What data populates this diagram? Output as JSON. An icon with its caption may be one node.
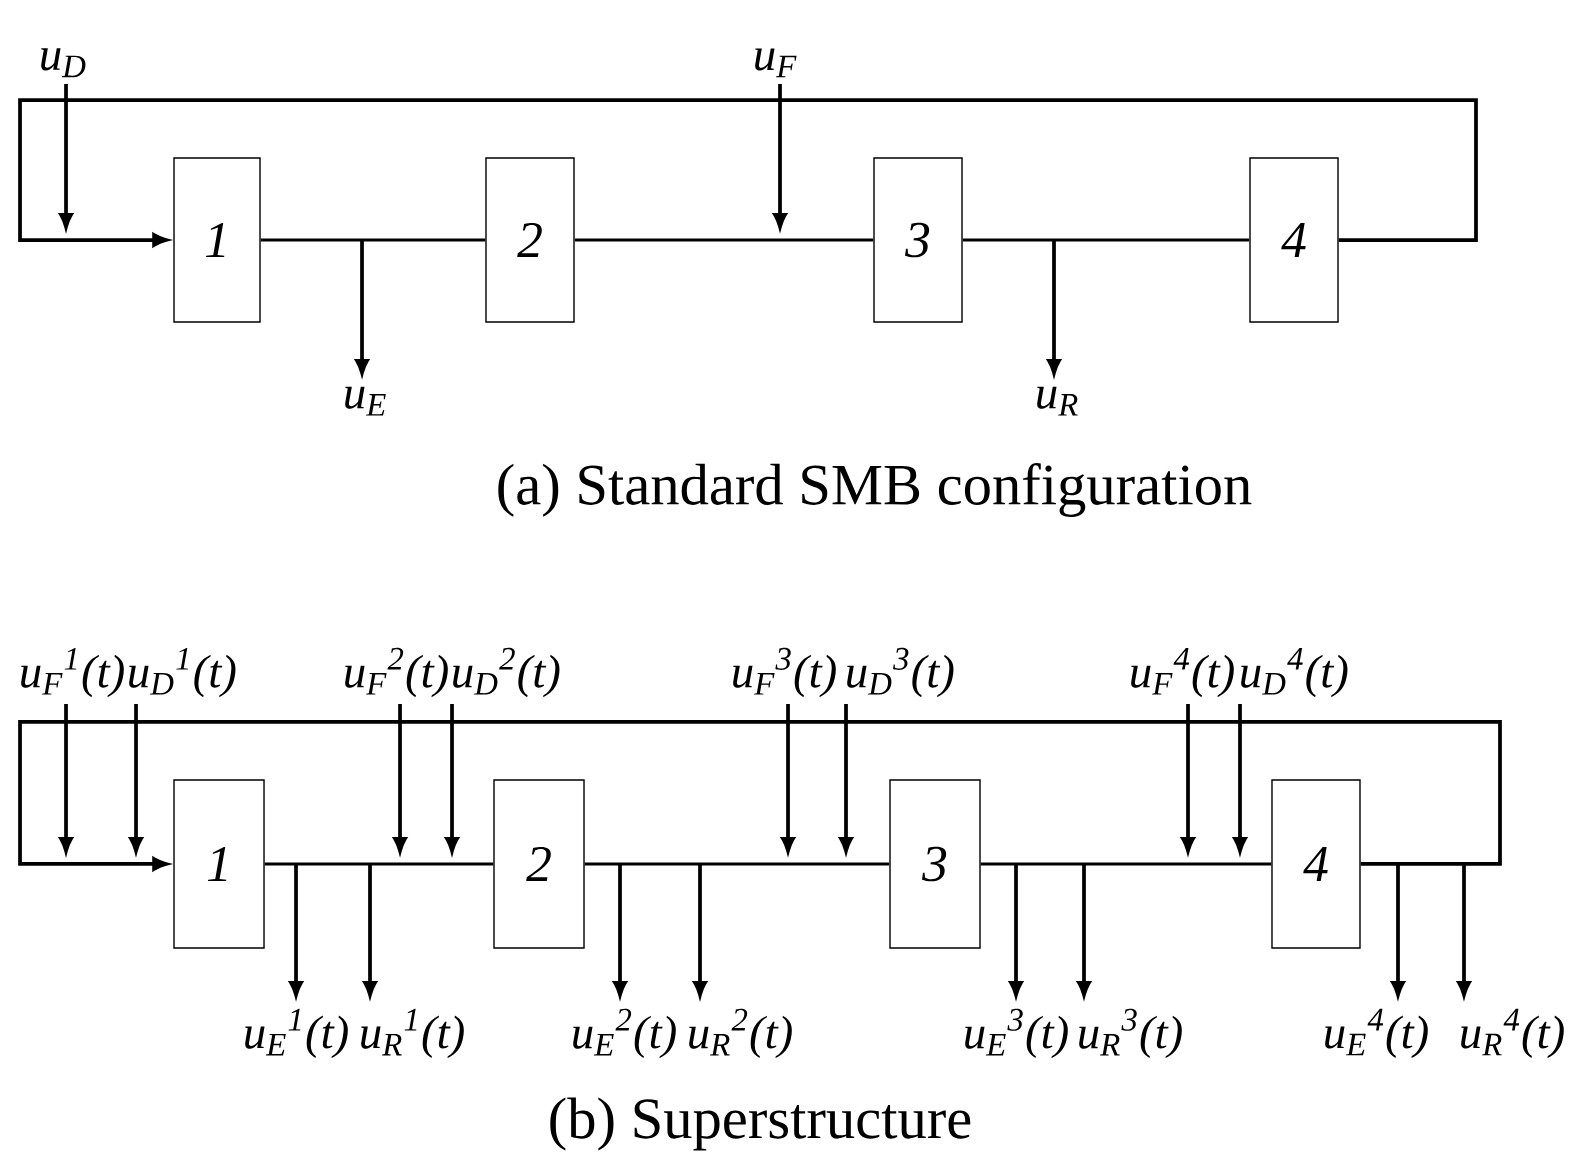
{
  "diagram": {
    "nodes": [
      {
        "text": [
          "u$_{D}$"
        ]
      },
      {
        "text": [
          "u$_{F}$"
        ]
      },
      {
        "text": [
          "1"
        ]
      },
      {
        "text": [
          "2"
        ]
      },
      {
        "text": [
          "3"
        ]
      },
      {
        "text": [
          "4"
        ]
      },
      {
        "text": [
          "u$_{E}$"
        ]
      },
      {
        "text": [
          "u$_{R}$"
        ]
      },
      {
        "text": [
          "u$_{F}$$^{1}$(t)"
        ]
      },
      {
        "text": [
          "u$_{D}$$^{1}$(t)"
        ]
      },
      {
        "text": [
          "u$_{F}$$^{2}$(t)"
        ]
      },
      {
        "text": [
          "u$_{D}$$^{2}$(t)"
        ]
      },
      {
        "text": [
          "u$_{F}$$^{3}$(t)"
        ]
      },
      {
        "text": [
          "u$_{D}$$^{3}$(t)"
        ]
      },
      {
        "text": [
          "u$_{F}$$^{4}$(t)"
        ]
      },
      {
        "text": [
          "u$_{D}$$^{4}$(t)"
        ]
      },
      {
        "text": [
          "1"
        ]
      },
      {
        "text": [
          "2"
        ]
      },
      {
        "text": [
          "3"
        ]
      },
      {
        "text": [
          "4"
        ]
      },
      {
        "text": [
          "u$_{E}$$^{1}$(t)"
        ]
      },
      {
        "text": [
          "u$_{R}$$^{1}$(t)"
        ]
      },
      {
        "text": [
          "u$_{E}$$^{2}$(t)"
        ]
      },
      {
        "text": [
          "u$_{R}$$^{2}$(t)"
        ]
      },
      {
        "text": [
          "u$_{E}$$^{3}$(t)"
        ]
      },
      {
        "text": [
          "u$_{R}$$^{3}$(t)"
        ]
      },
      {
        "text": [
          "u$_{E}$$^{4}$(t)"
        ]
      },
      {
        "text": [
          "u$_{R}$$^{4}$(t)"
        ]
      }
    ],
    "edges": [
      {
        "from": 0,
        "to": null,
        "arrow": "to"
      },
      {
        "from": 1,
        "to": null,
        "arrow": "to"
      },
      {
        "from": null,
        "to": 6,
        "arrow": "to"
      },
      {
        "from": null,
        "to": 7,
        "arrow": "to"
      },
      {
        "from": 2,
        "to": 3,
        "arrow": "none"
      },
      {
        "from": 3,
        "to": 4,
        "arrow": "none"
      },
      {
        "from": 4,
        "to": 5,
        "arrow": "none"
      },
      {
        "from": 5,
        "to": 2,
        "arrow": "to"
      },
      {
        "from": 8,
        "to": null,
        "arrow": "to"
      },
      {
        "from": 9,
        "to": null,
        "arrow": "to"
      },
      {
        "from": 10,
        "to": null,
        "arrow": "to"
      },
      {
        "from": 11,
        "to": null,
        "arrow": "to"
      },
      {
        "from": 12,
        "to": null,
        "arrow": "to"
      },
      {
        "from": 13,
        "to": null,
        "arrow": "to"
      },
      {
        "from": 14,
        "to": null,
        "arrow": "to"
      },
      {
        "from": 15,
        "to": null,
        "arrow": "to"
      },
      {
        "from": null,
        "to": 20,
        "arrow": "to"
      },
      {
        "from": null,
        "to": 21,
        "arrow": "to"
      },
      {
        "from": null,
        "to": 22,
        "arrow": "to"
      },
      {
        "from": null,
        "to": 23,
        "arrow": "to"
      },
      {
        "from": null,
        "to": 24,
        "arrow": "to"
      },
      {
        "from": null,
        "to": 25,
        "arrow": "to"
      },
      {
        "from": null,
        "to": 26,
        "arrow": "to"
      },
      {
        "from": null,
        "to": 27,
        "arrow": "to"
      },
      {
        "from": 16,
        "to": 17,
        "arrow": "none"
      },
      {
        "from": 17,
        "to": 18,
        "arrow": "none"
      },
      {
        "from": 18,
        "to": 19,
        "arrow": "none"
      },
      {
        "from": 19,
        "to": 16,
        "arrow": "to"
      }
    ],
    "labels": [
      "(a) Standard SMB configuration",
      "(b) Superstructure"
    ]
  }
}
